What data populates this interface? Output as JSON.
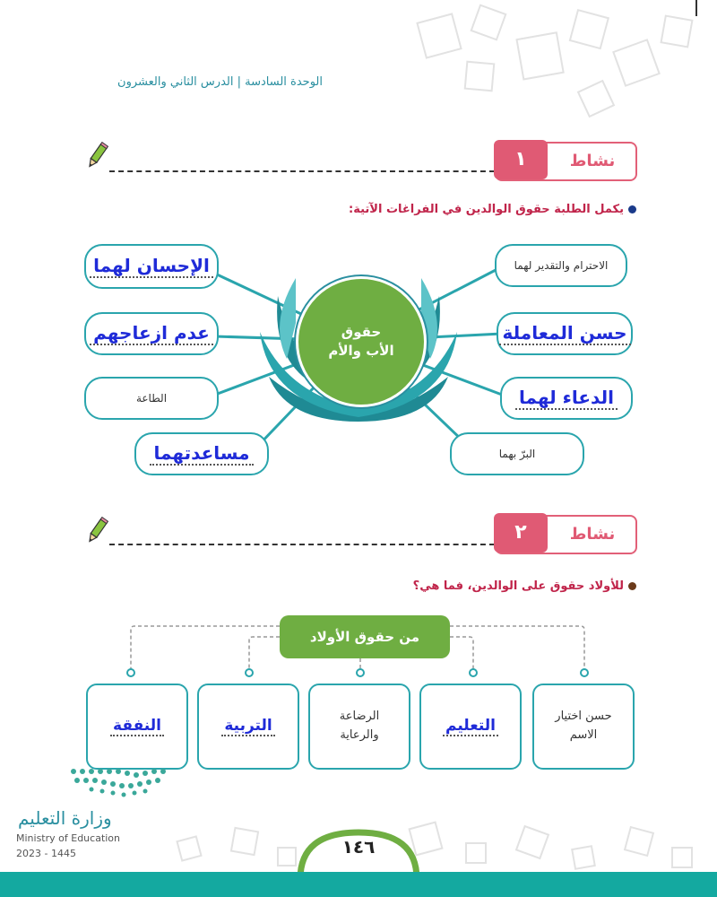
{
  "header": {
    "unit_lesson": "الوحدة السادسة | الدرس الثاني والعشرون"
  },
  "activity1": {
    "label": "نشاط",
    "number": "١",
    "instruction": "يكمل الطلبة حقوق الوالدين في الفراغات الآتية:",
    "center": {
      "line1": "حقوق",
      "line2": "الأب والأم"
    },
    "items_right": [
      {
        "text": "الاحترام والتقدير لهما",
        "handwritten": false
      },
      {
        "text": "حسن المعاملة",
        "handwritten": true
      },
      {
        "text": "الدعاء لهما",
        "handwritten": true
      },
      {
        "text": "البرّ بهما",
        "handwritten": false
      }
    ],
    "items_left": [
      {
        "text": "الإحسان لهما",
        "handwritten": true
      },
      {
        "text": "عدم ازعاجهم",
        "handwritten": true
      },
      {
        "text": "الطاعة",
        "handwritten": false
      },
      {
        "text": "مساعدتهما",
        "handwritten": true
      }
    ]
  },
  "activity2": {
    "label": "نشاط",
    "number": "٢",
    "instruction": "للأولاد حقوق على الوالدين، فما هي؟",
    "root": "من حقوق الأولاد",
    "cards": [
      {
        "text": "حسن اختيار الاسم",
        "handwritten": false
      },
      {
        "text": "التعليم",
        "handwritten": true
      },
      {
        "text": "الرضاعة والرعاية",
        "handwritten": false
      },
      {
        "text": "التربية",
        "handwritten": true
      },
      {
        "text": "النفقة",
        "handwritten": true
      }
    ]
  },
  "footer": {
    "ministry_ar": "وزارة التعليم",
    "ministry_en": "Ministry of Education",
    "year": "2023 - 1445",
    "page_number": "١٤٦"
  },
  "colors": {
    "teal": "#2aa5ad",
    "pink": "#e05a74",
    "green": "#6fae42",
    "handwriting": "#1f2bd8"
  }
}
